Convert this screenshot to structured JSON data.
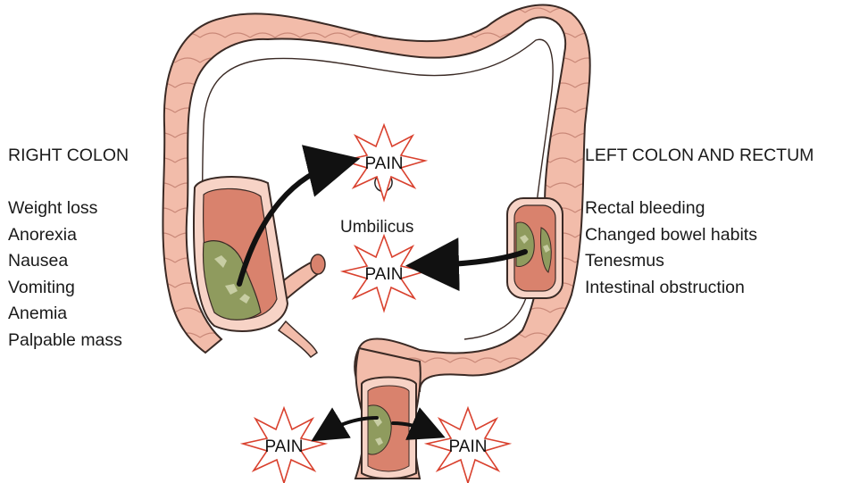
{
  "right_colon": {
    "heading": "RIGHT COLON",
    "symptoms": [
      "Weight loss",
      "Anorexia",
      "Nausea",
      "Vomiting",
      "Anemia",
      "Palpable mass"
    ]
  },
  "left_colon": {
    "heading": "LEFT COLON AND RECTUM",
    "symptoms": [
      "Rectal bleeding",
      "Changed bowel habits",
      "Tenesmus",
      "Intestinal obstruction"
    ]
  },
  "landmark": {
    "umbilicus": "Umbilicus"
  },
  "pain_labels": [
    "PAIN",
    "PAIN",
    "PAIN",
    "PAIN"
  ],
  "colors": {
    "colon_fill": "#f2bcaa",
    "colon_shade": "#e3957f",
    "colon_outline": "#3a2a25",
    "tumor": "#8f9b5e",
    "tumor_light": "#c7cda3",
    "lumen": "#d9826d",
    "star_outline": "#d9412e",
    "arrow": "#111111"
  }
}
